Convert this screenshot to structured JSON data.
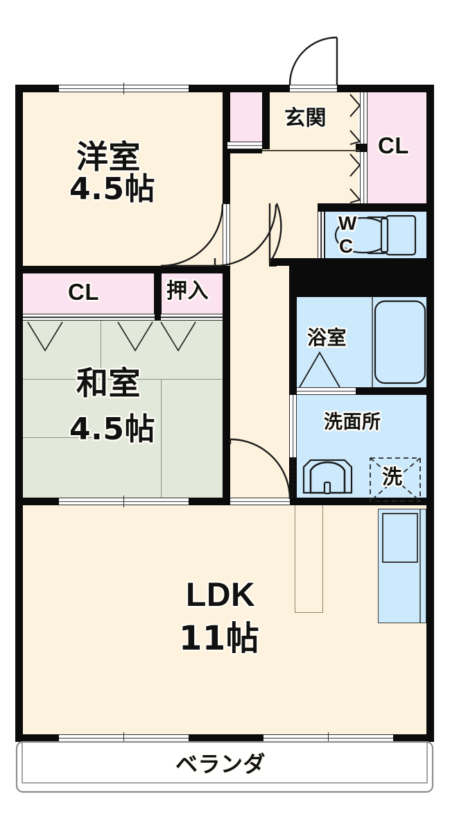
{
  "document": {
    "type": "floor-plan",
    "style": "japanese-apartment-madori",
    "layout_code": "2LDK"
  },
  "colors": {
    "wall": "#0b0b0b",
    "flooring_cream": "#fdf2dd",
    "tatami_green": "#e2e8da",
    "closet_pink": "#fbe3ef",
    "water_blue": "#cdeafc",
    "outline": "#2b2b2b",
    "background": "#ffffff"
  },
  "rooms": {
    "western_room": {
      "name": "洋室",
      "size": "4.5帖",
      "floor": "flooring_cream"
    },
    "japanese_room": {
      "name": "和室",
      "size": "4.5帖",
      "floor": "tatami_green"
    },
    "living": {
      "name": "LDK",
      "size": "11帖",
      "floor": "flooring_cream"
    },
    "entrance": {
      "name": "玄関",
      "floor": "flooring_cream"
    },
    "toilet": {
      "name": "WC",
      "line1": "W",
      "line2": "C",
      "floor": "water_blue"
    },
    "bath": {
      "name": "浴室",
      "floor": "water_blue"
    },
    "washroom": {
      "name": "洗面所",
      "floor": "water_blue"
    },
    "balcony": {
      "name": "ベランダ",
      "floor": "background"
    }
  },
  "closets": {
    "entrance_cl": {
      "name": "CL",
      "floor": "closet_pink"
    },
    "shoe_box": {
      "name": "",
      "floor": "closet_pink"
    },
    "japanese_cl": {
      "name": "CL",
      "floor": "closet_pink"
    },
    "oshiire": {
      "name": "押入",
      "floor": "closet_pink"
    }
  },
  "fixtures": {
    "washing_machine": {
      "name": "洗",
      "kind": "dashed-square"
    },
    "toilet_bowl": {
      "kind": "toilet"
    },
    "bathtub": {
      "kind": "tub"
    },
    "vanity_sink": {
      "kind": "sink"
    },
    "kitchen_counter": {
      "kind": "counter-with-sink"
    }
  },
  "doors": {
    "entrance_door": "swing-out",
    "hall_door": "swing",
    "western_room_door": "swing",
    "ldk_door": "swing",
    "washroom_door": "sliding"
  }
}
